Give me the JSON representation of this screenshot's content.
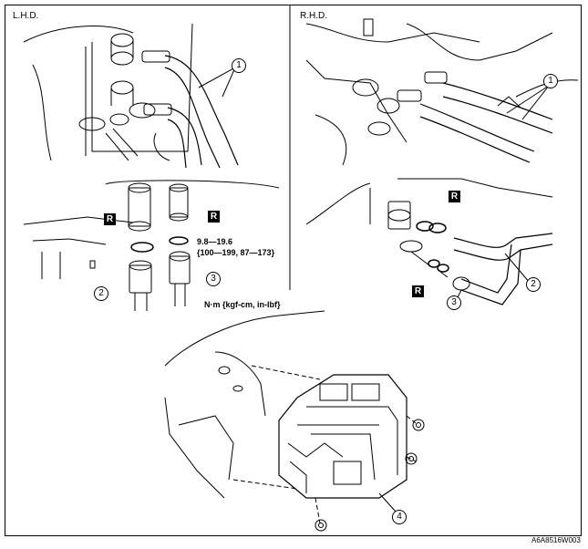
{
  "headings": {
    "lhd": "L.H.D.",
    "rhd": "R.H.D."
  },
  "callouts": {
    "c1": "1",
    "c2": "2",
    "c3": "3",
    "c4": "4"
  },
  "replace_mark": "R",
  "torque": {
    "range": "9.8—19.6",
    "alt_units": "{100—199, 87—173}",
    "unit_legend": "N·m {kgf-cm, in-lbf}"
  },
  "figure_code": "A6A8516W003"
}
